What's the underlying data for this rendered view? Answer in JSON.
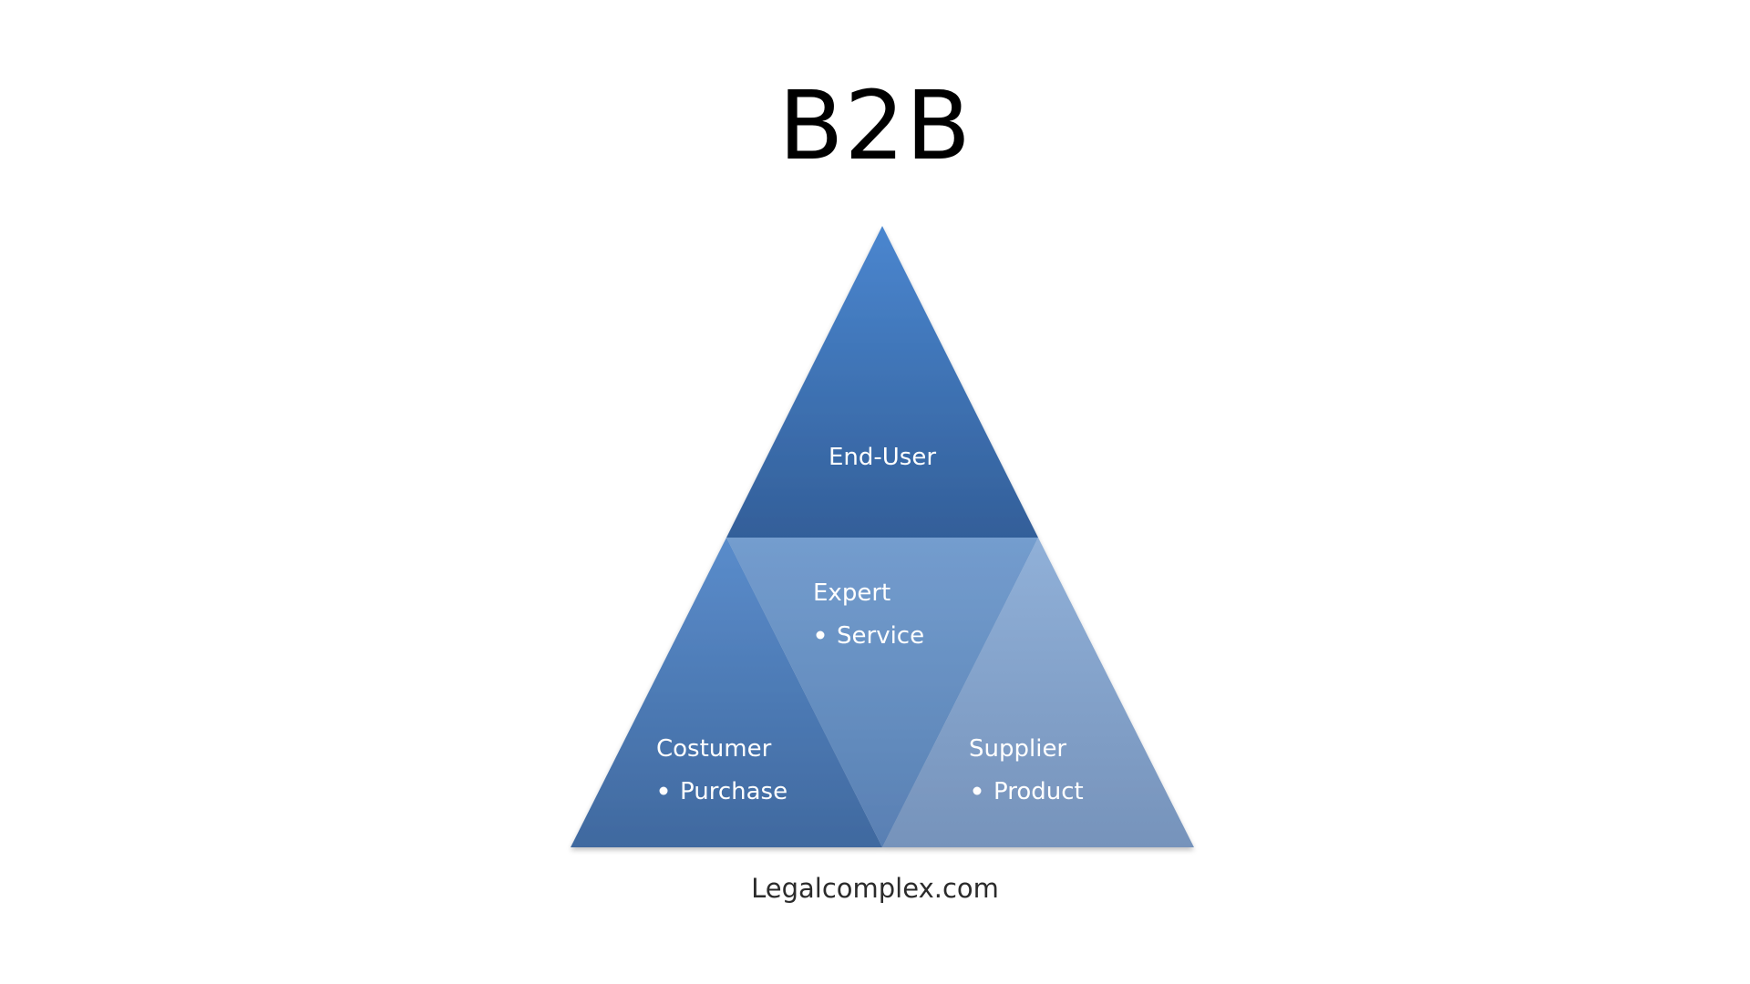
{
  "title": "B2B",
  "pyramid": {
    "top": {
      "label": "End-User"
    },
    "middle": {
      "label": "Expert",
      "bullet": "Service"
    },
    "left": {
      "label": "Costumer",
      "bullet": "Purchase"
    },
    "right": {
      "label": "Supplier",
      "bullet": "Product"
    }
  },
  "footer": "Legalcomplex.com",
  "colors": {
    "top": "#3e6ea8",
    "middle": "#6b93c6",
    "left": "#4f7db8",
    "right": "#8aa8cf"
  }
}
